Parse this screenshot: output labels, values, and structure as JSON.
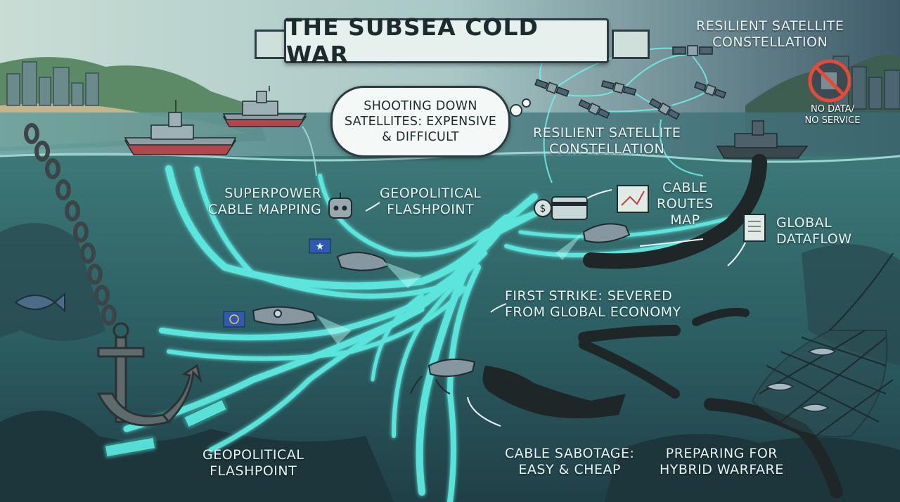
{
  "title": "THE SUBSEA COLD WAR",
  "thought_bubble": [
    "SHOOTING DOWN",
    "SATELLITES: EXPENSIVE",
    "& DIFFICULT"
  ],
  "labels": {
    "satellite_top": [
      "RESILIENT SATELLITE",
      "CONSTELLATION"
    ],
    "satellite_mid": [
      "RESILIENT SATELLITE",
      "CONSTELLATION"
    ],
    "no_data": [
      "NO DATA/",
      "NO SERVICE"
    ],
    "cable_mapping": [
      "SUPERPOWER",
      "CABLE MAPPING"
    ],
    "flashpoint_top": [
      "GEOPOLITICAL",
      "FLASHPOINT"
    ],
    "cable_routes": [
      "CABLE",
      "ROUTES",
      "MAP"
    ],
    "global_dataflow": [
      "GLOBAL",
      "DATAFLOW"
    ],
    "first_strike": [
      "FIRST STRIKE: SEVERED",
      "FROM GLOBAL ECONOMY"
    ],
    "flashpoint_bottom": [
      "GEOPOLITICAL",
      "FLASHPOINT"
    ],
    "sabotage": [
      "CABLE SABOTAGE:",
      "EASY & CHEAP"
    ],
    "hybrid": [
      "PREPARING FOR",
      "HYBRID WARFARE"
    ]
  },
  "colors": {
    "sky_left": "#c9ddd5",
    "sky_right": "#3e5a6a",
    "sea": "#2e6468",
    "cable_glow": "#5ff0e6",
    "cut_cable": "#1e2628",
    "banner": "#e6f0ec"
  },
  "icons": [
    "chain-anchor-icon",
    "ship-icon",
    "submarine-icon",
    "drone-icon",
    "satellite-icon",
    "credit-card-icon",
    "map-icon",
    "document-icon",
    "fishing-net-icon",
    "fish-icon",
    "robot-icon",
    "no-signal-icon",
    "crab-drone-icon"
  ]
}
